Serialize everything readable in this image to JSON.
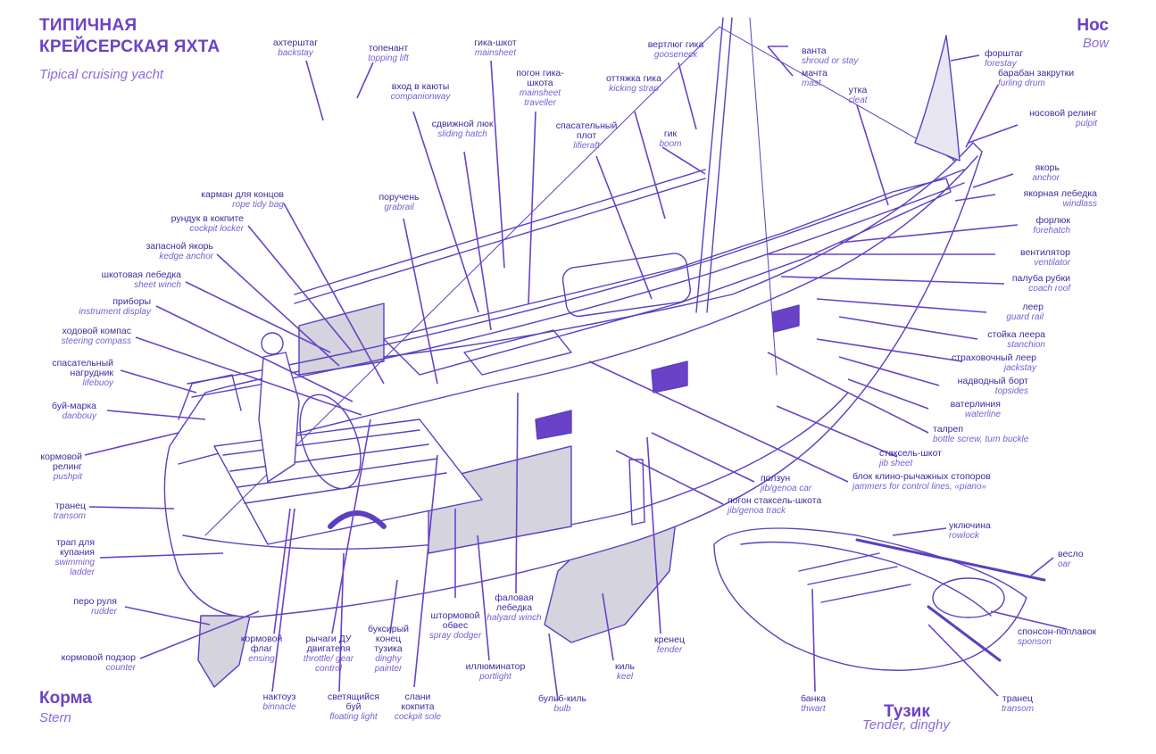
{
  "title_ru_1": "ТИПИЧНАЯ",
  "title_ru_2": "КРЕЙСЕРСКАЯ ЯХТА",
  "title_en": "Tipical cruising yacht",
  "bow_ru": "Нос",
  "bow_en": "Bow",
  "stern_ru": "Корма",
  "stern_en": "Stern",
  "tender_ru": "Тузик",
  "tender_en": "Tender, dinghy",
  "labels": [
    {
      "ru": "ахтерштаг",
      "en": "backstay"
    },
    {
      "ru": "топенант",
      "en": "topping lift"
    },
    {
      "ru": "вход в каюты",
      "en": "companionway"
    },
    {
      "ru": "гика-шкот",
      "en": "mainsheet"
    },
    {
      "ru": "погон гика-шкота",
      "en": "mainsheet traveller"
    },
    {
      "ru": "вертлюг гика",
      "en": "gooseneck"
    },
    {
      "ru": "ванта",
      "en": "shroud or stay"
    },
    {
      "ru": "мачта",
      "en": "mast"
    },
    {
      "ru": "форштаг",
      "en": "forestay"
    },
    {
      "ru": "барабан закрутки",
      "en": "furling drum"
    },
    {
      "ru": "оттяжка гика",
      "en": "kicking strap"
    },
    {
      "ru": "сдвижной люк",
      "en": "sliding hatch"
    },
    {
      "ru": "спасательный плот",
      "en": "lifieraft"
    },
    {
      "ru": "гик",
      "en": "boom"
    },
    {
      "ru": "утка",
      "en": "cleat"
    },
    {
      "ru": "носовой релинг",
      "en": "pulpit"
    },
    {
      "ru": "якорь",
      "en": "anchor"
    },
    {
      "ru": "якорная лебедка",
      "en": "windlass"
    },
    {
      "ru": "форлюк",
      "en": "forehatch"
    },
    {
      "ru": "вентилятор",
      "en": "ventilator"
    },
    {
      "ru": "палуба рубки",
      "en": "coach roof"
    },
    {
      "ru": "леер",
      "en": "guard rail"
    },
    {
      "ru": "стойка леера",
      "en": "stanchion"
    },
    {
      "ru": "страховочный леер",
      "en": "jackstay"
    },
    {
      "ru": "надводный борт",
      "en": "topsides"
    },
    {
      "ru": "ватерлиния",
      "en": "waterline"
    },
    {
      "ru": "талреп",
      "en": "bottle screw, turn buckle"
    },
    {
      "ru": "стаксель-шкот",
      "en": "jib sheet"
    },
    {
      "ru": "блок клино-рычажных стопоров",
      "en": "jammers for control lines, «piano»"
    },
    {
      "ru": "ползун",
      "en": "jib/genoa car"
    },
    {
      "ru": "погон стаксель-шкота",
      "en": "jib/genoa track"
    },
    {
      "ru": "карман для концов",
      "en": "rope tidy bag"
    },
    {
      "ru": "рундук в кокпите",
      "en": "cockpit locker"
    },
    {
      "ru": "поручень",
      "en": "grabrail"
    },
    {
      "ru": "запасной якорь",
      "en": "kedge anchor"
    },
    {
      "ru": "шкотовая лебедка",
      "en": "sheet winch"
    },
    {
      "ru": "приборы",
      "en": "instrument display"
    },
    {
      "ru": "ходовой компас",
      "en": "steering compass"
    },
    {
      "ru": "спасательный нагрудник",
      "en": "lifebuoy"
    },
    {
      "ru": "буй-марка",
      "en": "danbouy"
    },
    {
      "ru": "кормовой релинг",
      "en": "pushpit"
    },
    {
      "ru": "транец",
      "en": "transom"
    },
    {
      "ru": "трап для купания",
      "en": "swimming ladder"
    },
    {
      "ru": "перо руля",
      "en": "rudder"
    },
    {
      "ru": "кормовой подзор",
      "en": "counter"
    },
    {
      "ru": "кормовой флаг",
      "en": "ensing"
    },
    {
      "ru": "рычаги ДУ двигателя",
      "en": "throttle/ gear control"
    },
    {
      "ru": "буксирый конец тузика",
      "en": "dinghy painter"
    },
    {
      "ru": "штормовой обвес",
      "en": "spray dodger"
    },
    {
      "ru": "фаловая лебедка",
      "en": "halyard winch"
    },
    {
      "ru": "иллюминатор",
      "en": "portlight"
    },
    {
      "ru": "кренец",
      "en": "fender"
    },
    {
      "ru": "киль",
      "en": "keel"
    },
    {
      "ru": "бульб-киль",
      "en": "bulb"
    },
    {
      "ru": "нактоуз",
      "en": "binnacle"
    },
    {
      "ru": "светящийся буй",
      "en": "floating light"
    },
    {
      "ru": "слани кокпита",
      "en": "cockpit sole"
    },
    {
      "ru": "уключина",
      "en": "rowlock"
    },
    {
      "ru": "весло",
      "en": "oar"
    },
    {
      "ru": "спонсон-поплавок",
      "en": "sponson"
    },
    {
      "ru": "банка",
      "en": "thwart"
    },
    {
      "ru": "транец",
      "en": "transom"
    }
  ],
  "colors": {
    "accent": "#6a42c8",
    "label_ru": "#3f2a9e",
    "label_en": "#7a5cd0",
    "line_art": "#5b3fc0",
    "panel_gray": "#d4d3de"
  }
}
